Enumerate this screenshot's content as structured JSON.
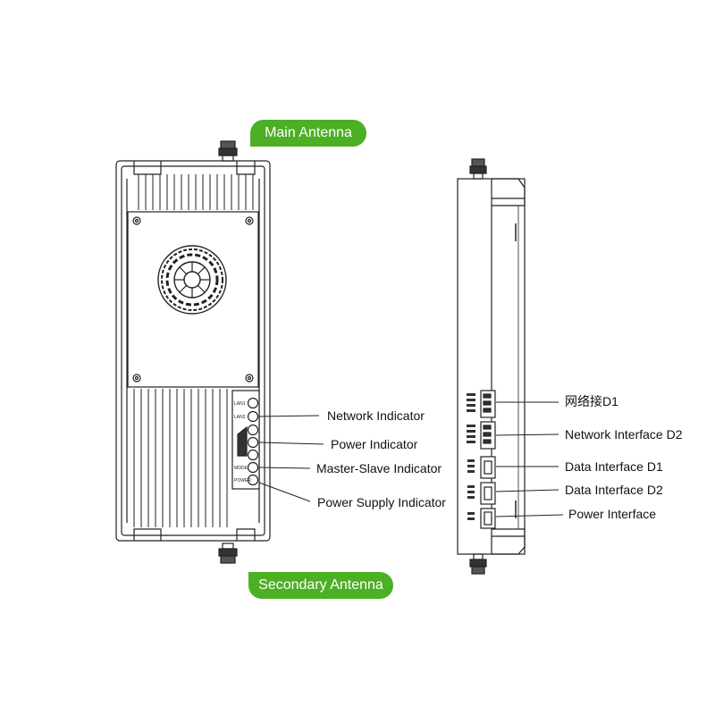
{
  "labels": {
    "main_antenna": "Main Antenna",
    "secondary_antenna": "Secondary Antenna",
    "network_indicator": "Network Indicator",
    "power_indicator": "Power Indicator",
    "master_slave_indicator": "Master-Slave Indicator",
    "power_supply_indicator": "Power Supply Indicator",
    "network_interface_d1": "网络接D1",
    "network_interface_d2": "Network Interface D2",
    "data_interface_d1": "Data Interface D1",
    "data_interface_d2": "Data Interface D2",
    "power_interface": "Power Interface"
  },
  "panel_text": {
    "lan1": "LAN1",
    "lan2": "LAN2",
    "mode": "MODE",
    "power": "POWER"
  },
  "colors": {
    "badge": "#4caf24",
    "line": "#222222"
  }
}
